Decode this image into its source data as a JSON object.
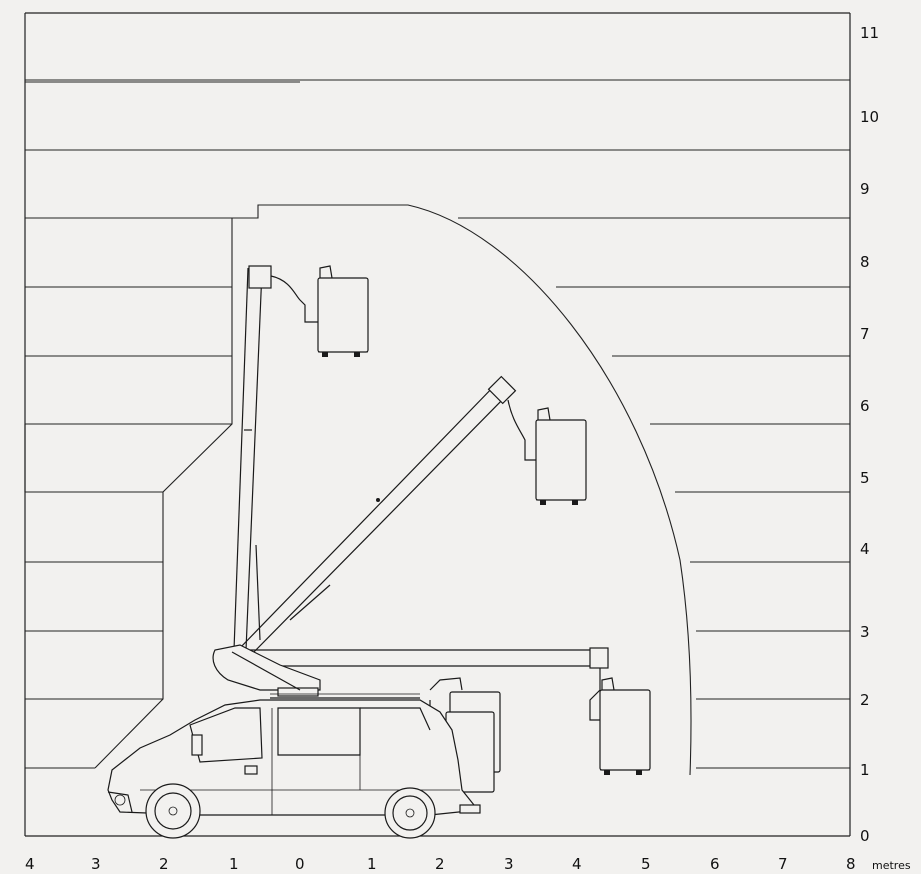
{
  "diagram": {
    "y_axis_labels": [
      "0",
      "1",
      "2",
      "3",
      "4",
      "5",
      "6",
      "7",
      "8",
      "9",
      "10",
      "11"
    ],
    "x_axis_labels": [
      "4",
      "3",
      "2",
      "1",
      "0",
      "1",
      "2",
      "3",
      "4",
      "5",
      "6",
      "7",
      "8"
    ],
    "x_unit": "metres",
    "colors": {
      "background": "#f2f1ef",
      "line": "#1a1a1a"
    }
  }
}
